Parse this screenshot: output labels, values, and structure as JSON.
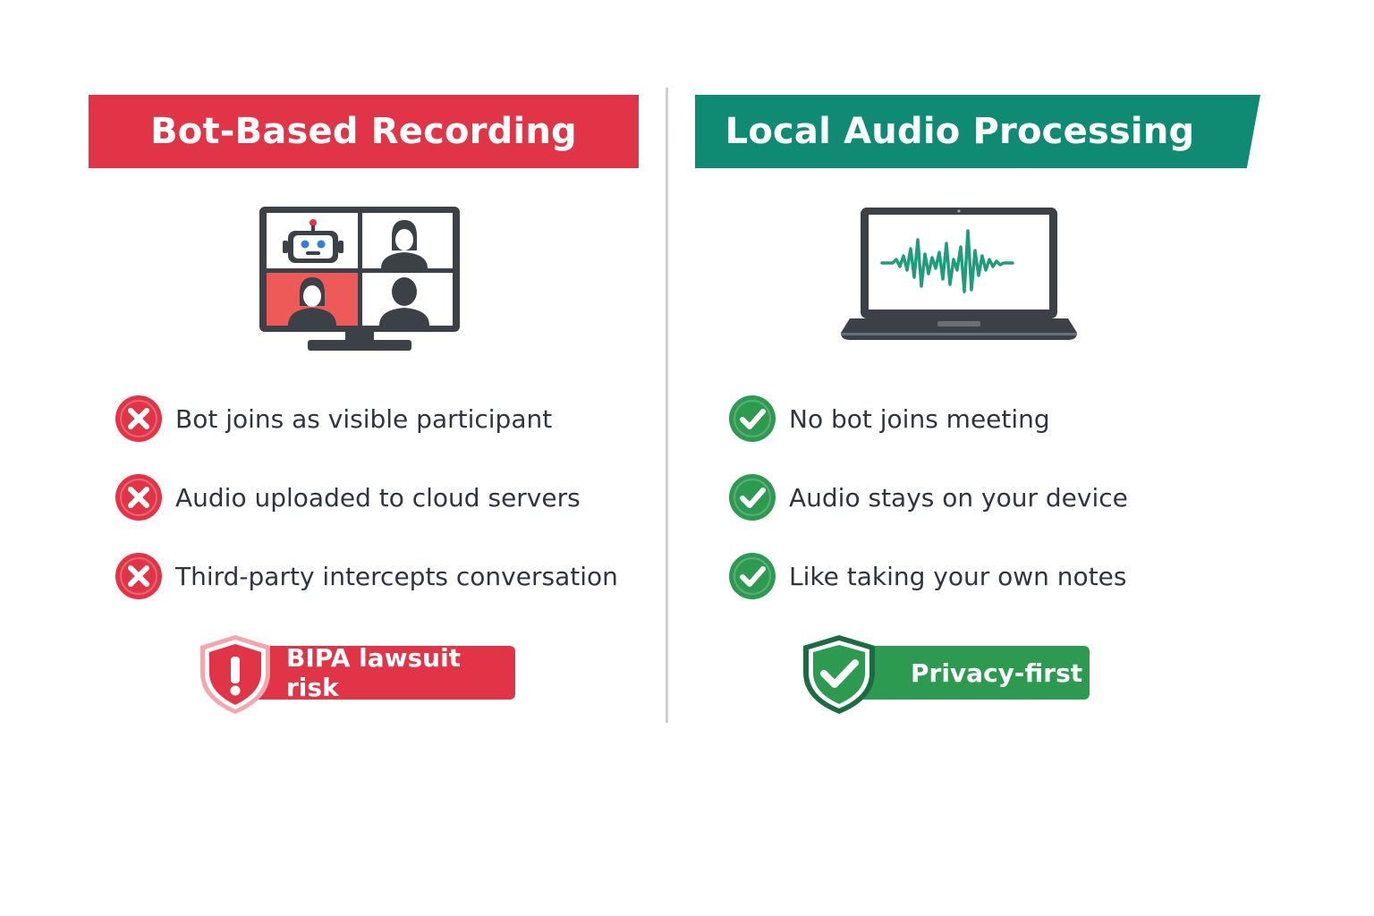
{
  "left": {
    "title": "Bot-Based Recording",
    "color": "#e23447",
    "illustration_icon": "video-call-with-bot-icon",
    "items": [
      {
        "icon": "x-circle-icon",
        "text": "Bot joins as visible participant"
      },
      {
        "icon": "x-circle-icon",
        "text": "Audio uploaded to cloud servers"
      },
      {
        "icon": "x-circle-icon",
        "text": "Third-party intercepts conversation"
      }
    ],
    "badge": {
      "icon": "warning-shield-icon",
      "label": "BIPA lawsuit risk"
    }
  },
  "right": {
    "title": "Local Audio Processing",
    "color": "#0e8b72",
    "illustration_icon": "laptop-waveform-icon",
    "items": [
      {
        "icon": "check-circle-icon",
        "text": "No bot joins meeting"
      },
      {
        "icon": "check-circle-icon",
        "text": "Audio stays on your device"
      },
      {
        "icon": "check-circle-icon",
        "text": "Like taking your own notes"
      }
    ],
    "badge": {
      "icon": "check-shield-icon",
      "label": "Privacy-first"
    }
  }
}
